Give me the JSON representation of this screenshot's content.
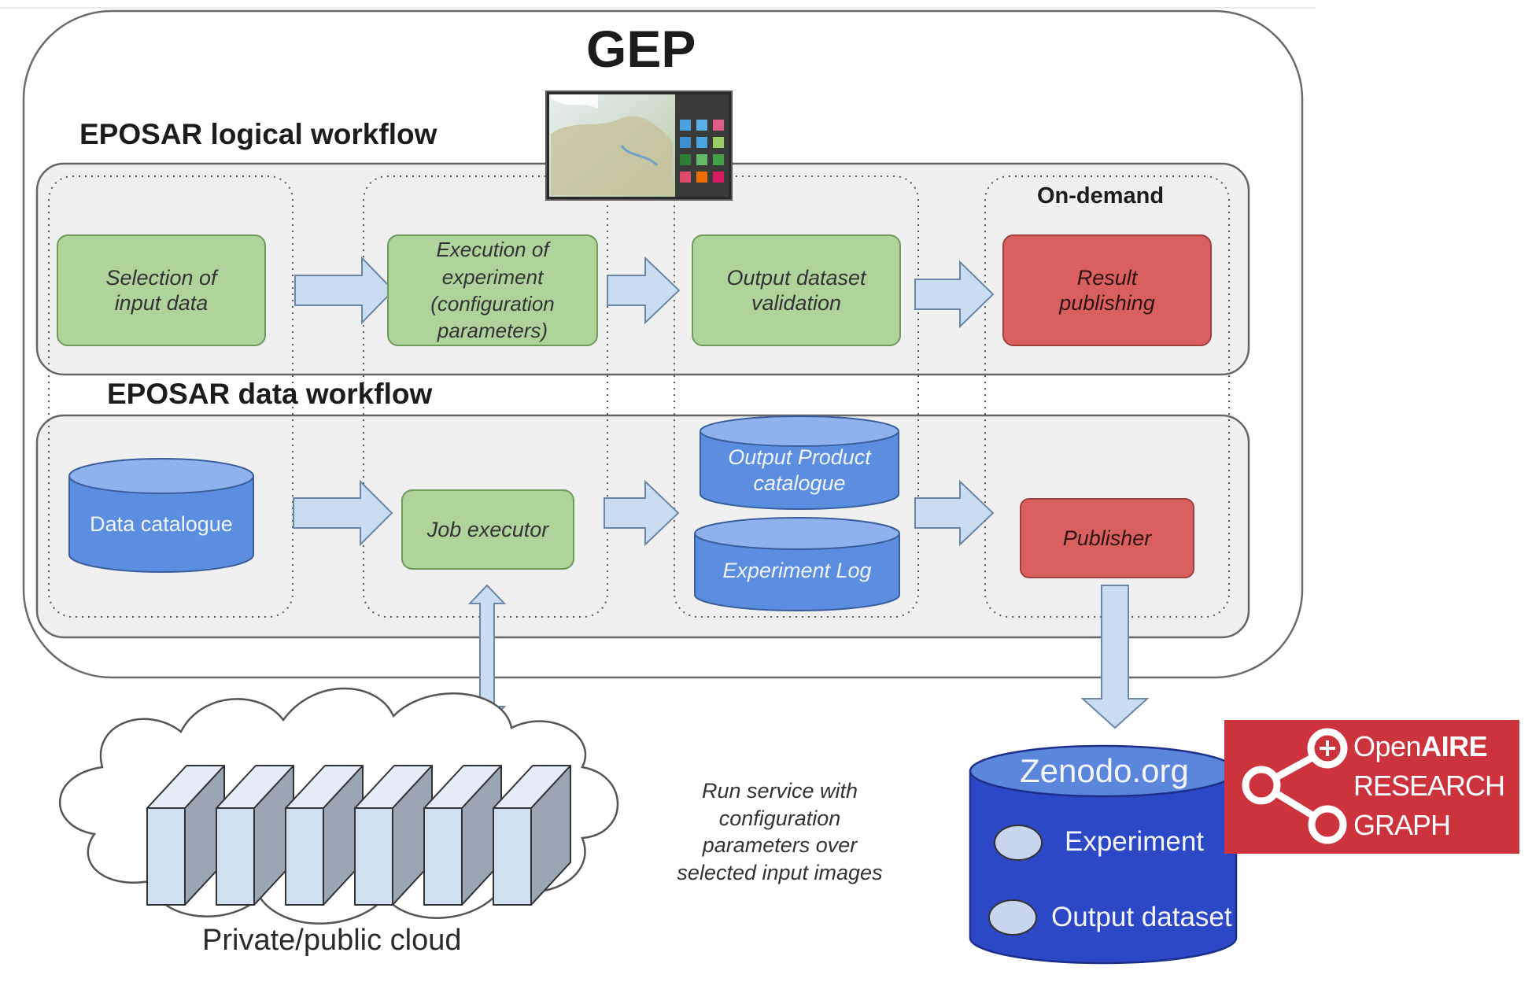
{
  "gep": {
    "title": "GEP"
  },
  "logical_workflow": {
    "title": "EPOSAR logical workflow",
    "on_demand_label": "On-demand",
    "steps": [
      "Selection of input data",
      "Execution of experiment (configuration parameters)",
      "Output dataset validation",
      "Result publishing"
    ]
  },
  "data_workflow": {
    "title": "EPOSAR data workflow",
    "data_catalogue": "Data catalogue",
    "job_executor": "Job executor",
    "output_product_catalogue": "Output Product catalogue",
    "experiment_log": "Experiment Log",
    "publisher": "Publisher"
  },
  "cloud": {
    "label": "Private/public cloud",
    "note": "Run service with configuration parameters over selected input images"
  },
  "zenodo": {
    "title": "Zenodo.org",
    "items": [
      "Experiment",
      "Output dataset"
    ]
  },
  "openaire": {
    "line1_open": "Open",
    "line1_aire": "AIRE",
    "line2": "RESEARCH",
    "line3": "GRAPH"
  },
  "colors": {
    "green": "#aed39b",
    "red": "#d9605e",
    "blue_db": "#5b8de0",
    "zenodo_blue": "#2c48c6",
    "openaire_red": "#cc333d",
    "arrow_fill": "#c9dcf1"
  }
}
